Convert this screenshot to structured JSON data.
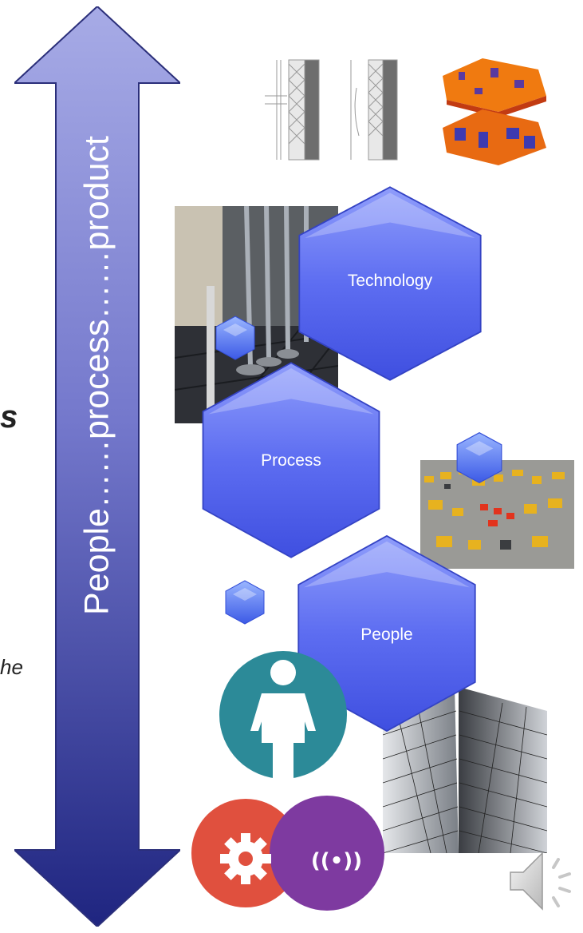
{
  "arrow": {
    "label": "People……process……product",
    "color_top": "#9ea2e2",
    "color_bottom": "#232a86"
  },
  "edge_text": {
    "left_fragment_1": "s",
    "left_fragment_2": "he"
  },
  "hexagons": [
    {
      "label": "Technology"
    },
    {
      "label": "Process"
    },
    {
      "label": "People"
    }
  ],
  "hexagon_color": "#5a6bf0",
  "venn": {
    "circles": [
      {
        "icon": "person-icon",
        "color": "#2c8a98"
      },
      {
        "icon": "gear-icon",
        "color": "#e0503e"
      },
      {
        "icon": "wireless-signal-icon",
        "color": "#7e3aa0"
      }
    ],
    "signal_glyph": "((•))"
  },
  "images": [
    {
      "name": "architectural-section-drawings"
    },
    {
      "name": "3d-building-energy-model"
    },
    {
      "name": "lab-equipment-photo"
    },
    {
      "name": "3d-city-model"
    },
    {
      "name": "skyscraper-facade-photo"
    }
  ],
  "audio": {
    "icon": "speaker-icon"
  }
}
